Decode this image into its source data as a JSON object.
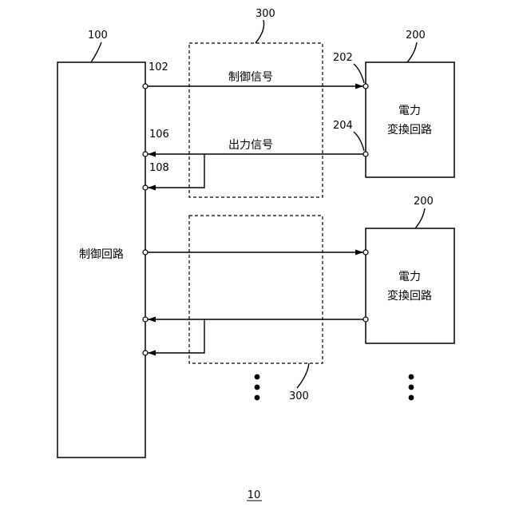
{
  "labels": {
    "control_circuit": "制御回路",
    "control_signal": "制御信号",
    "output_signal": "出力信号",
    "converter_line1": "電力",
    "converter_line2": "変換回路"
  },
  "refs": {
    "control_circuit": "100",
    "converter": "200",
    "isolator": "300",
    "t102": "102",
    "t106": "106",
    "t108": "108",
    "t202": "202",
    "t204": "204",
    "figure": "10"
  }
}
